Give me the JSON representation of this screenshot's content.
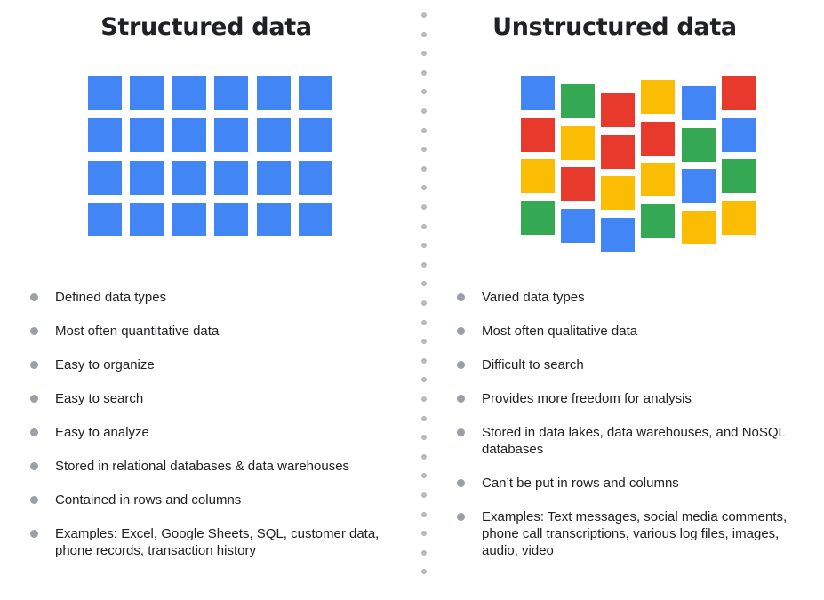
{
  "colors": {
    "blue": "#4285F4",
    "red": "#E8392D",
    "yellow": "#FBBC04",
    "green": "#34A853",
    "bullet": "#9AA0A6",
    "divider": "#B5B9BE"
  },
  "structured": {
    "title": "Structured data",
    "grid": {
      "rows": 4,
      "cols": 6,
      "color": "blue"
    },
    "bullets": [
      "Defined data types",
      "Most often quantitative data",
      "Easy to organize",
      "Easy to search",
      "Easy to analyze",
      "Stored in relational databases & data warehouses",
      "Contained in rows and columns",
      "Examples: Excel, Google Sheets, SQL, customer data, phone records, transaction history"
    ]
  },
  "unstructured": {
    "title": "Unstructured data",
    "columns": [
      [
        "blue",
        "red",
        "yellow",
        "green"
      ],
      [
        "green",
        "yellow",
        "red",
        "blue"
      ],
      [
        "red",
        "red",
        "yellow",
        "blue"
      ],
      [
        "yellow",
        "red",
        "yellow",
        "green"
      ],
      [
        "blue",
        "green",
        "blue",
        "yellow"
      ],
      [
        "red",
        "blue",
        "green",
        "yellow"
      ]
    ],
    "bullets": [
      "Varied data types",
      "Most often qualitative data",
      "Difficult to search",
      "Provides more freedom for analysis",
      "Stored in data lakes, data warehouses, and NoSQL databases",
      "Can’t be put in rows and columns",
      "Examples: Text messages, social media comments, phone call transcriptions, various log files, images, audio, video"
    ]
  }
}
